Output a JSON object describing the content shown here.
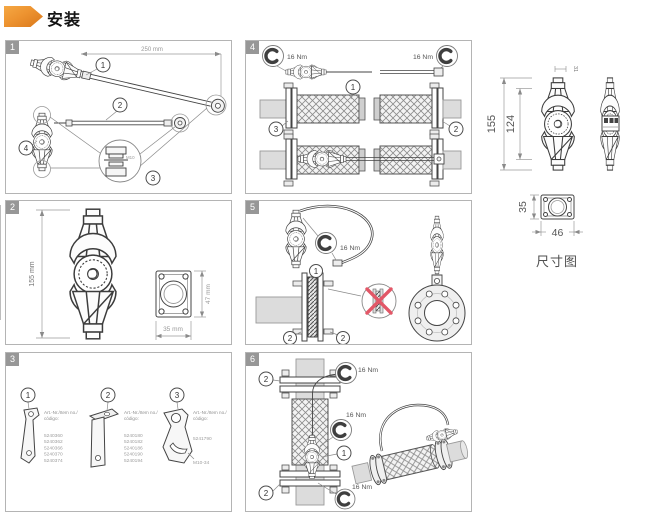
{
  "header": {
    "title": "安装"
  },
  "torque_label": "16 Nm",
  "panels": {
    "p1": {
      "num": "1",
      "callouts": [
        "1",
        "2",
        "3",
        "4"
      ],
      "dim_length": "250 mm",
      "bolt_spec": "M10"
    },
    "p2": {
      "num": "2",
      "dim_height": "155 mm",
      "dim_width": "47 mm",
      "dim_depth": "35 mm"
    },
    "p3": {
      "num": "3",
      "callouts": [
        "1",
        "2",
        "3"
      ],
      "art_line1": "Art.-Nr./Item no./",
      "art_line2": "código:",
      "bracket1_codes": [
        "5240360",
        "5240362",
        "5240366",
        "5240370",
        "5240374"
      ],
      "bracket2_codes": [
        "5240180",
        "5240182",
        "5240186",
        "5240190",
        "5240194"
      ],
      "bracket3_codes": [
        "5241790"
      ],
      "screw_spec": "M10-34"
    },
    "p4": {
      "num": "4",
      "callouts": [
        "1",
        "2",
        "3"
      ]
    },
    "p5": {
      "num": "5",
      "callouts": [
        "1",
        "2",
        "2"
      ]
    },
    "p6": {
      "num": "6",
      "callouts": [
        "1",
        "2",
        "2"
      ]
    }
  },
  "dimension_figure": {
    "caption": "尺寸图",
    "total_height": "155",
    "body_height": "124",
    "top_width": "31",
    "section_height": "35",
    "section_width": "46"
  }
}
